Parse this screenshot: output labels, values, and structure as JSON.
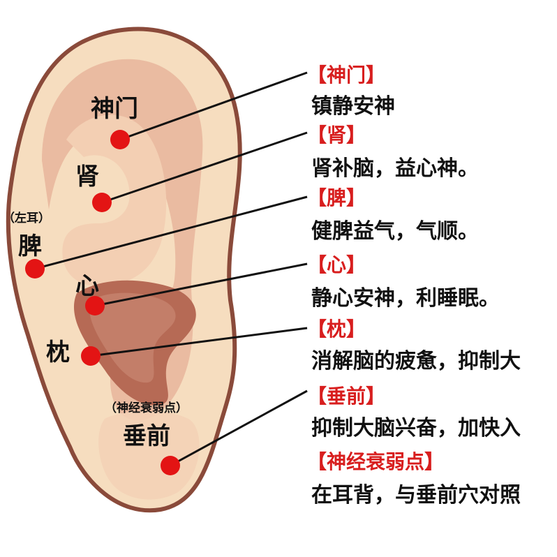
{
  "ear_labels": {
    "shenmen": "神门",
    "shen": "肾",
    "left_ear_note": "（左耳）",
    "pi": "脾",
    "xin": "心",
    "zhen": "枕",
    "neurasthenia_note": "（神经衰弱点）",
    "chuiqian": "垂前"
  },
  "points": [
    {
      "title": "【神门】",
      "desc": "镇静安神"
    },
    {
      "title": "【肾】",
      "desc": "肾补脑，益心神。"
    },
    {
      "title": "【脾】",
      "desc": "健脾益气，气顺。"
    },
    {
      "title": "【心】",
      "desc": "静心安神，利睡眠。"
    },
    {
      "title": "【枕】",
      "desc": "消解脑的疲惫，抑制大"
    },
    {
      "title": "【垂前】",
      "desc": "抑制大脑兴奋，加快入"
    },
    {
      "title": "【神经衰弱点】",
      "desc": "在耳背，与垂前穴对照"
    }
  ],
  "colors": {
    "ear_skin": "#f6ddbf",
    "ear_outline": "#8a4a3a",
    "ear_shadow": "#c98872",
    "point_red": "#e31414",
    "title_red": "#d81e1e"
  }
}
